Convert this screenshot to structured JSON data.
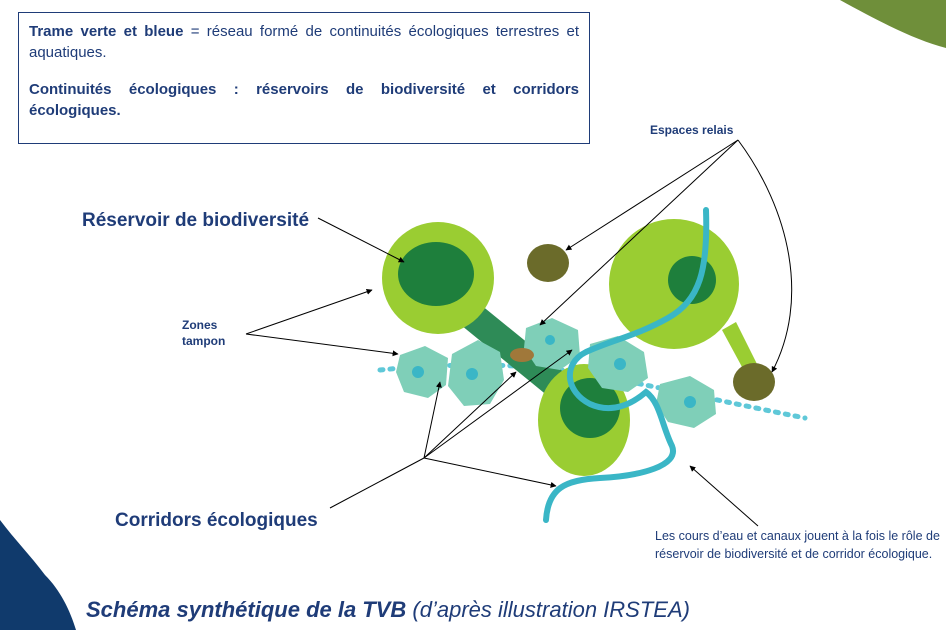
{
  "definition": {
    "p1_bold": "Trame verte et bleue",
    "p1_rest": " = réseau formé de continuités écologiques terrestres et aquatiques.",
    "p2": "Continuités écologiques : réservoirs de biodiversité et corridors écologiques."
  },
  "labels": {
    "reservoir": "Réservoir de biodiversité",
    "zones_tampon_line1": "Zones",
    "zones_tampon_line2": "tampon",
    "espaces_relais": "Espaces relais",
    "corridors": "Corridors écologiques",
    "cours_eau_note": "Les cours d’eau et canaux jouent à la fois le rôle de réservoir de biodiversité et de corridor écologique."
  },
  "caption": {
    "bold": "Schéma synthétique de la TVB",
    "rest": " (d’après illustration IRSTEA)"
  },
  "colors": {
    "text_blue": "#1f3c78",
    "light_green": "#9acd32",
    "dark_green": "#1e7f3c",
    "corridor_green": "#2e8b57",
    "olive": "#6b6b2a",
    "water": "#3ab6c6",
    "buffer": "#7fcfb8"
  }
}
